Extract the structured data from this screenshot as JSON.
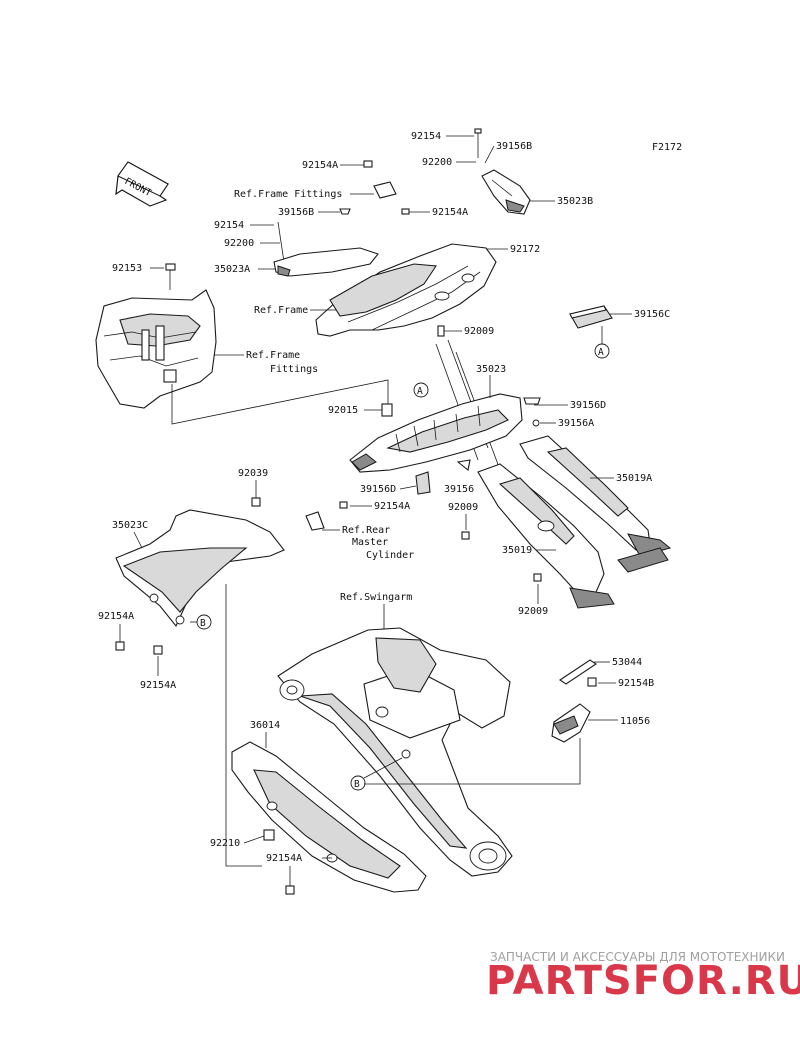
{
  "figure_code": "F2172",
  "front_label": "FRONT",
  "ref_markers": {
    "a": "A",
    "b": "B"
  },
  "labels": {
    "p92154_top": "92154",
    "p39156B_top": "39156B",
    "p92200_top": "92200",
    "p92154A_top": "92154A",
    "p35023B": "35023B",
    "ref_frame_fittings_top": "Ref.Frame Fittings",
    "p39156B_mid": "39156B",
    "p92154A_mid": "92154A",
    "p92154_left": "92154",
    "p92200_left": "92200",
    "p92172": "92172",
    "p35023A": "35023A",
    "p92153": "92153",
    "ref_frame": "Ref.Frame",
    "p39156C": "39156C",
    "p92009_top": "92009",
    "ref_frame_fittings_left_1": "Ref.Frame",
    "ref_frame_fittings_left_2": "Fittings",
    "p35023": "35023",
    "p39156D_right": "39156D",
    "p92015": "92015",
    "p39156A": "39156A",
    "p35019A": "35019A",
    "p92039": "92039",
    "p39156D_low": "39156D",
    "p39156": "39156",
    "p92154A_center": "92154A",
    "p92009_mid": "92009",
    "p35023C": "35023C",
    "ref_rear_master_1": "Ref.Rear",
    "ref_rear_master_2": "Master",
    "ref_rear_master_3": "Cylinder",
    "p35019": "35019",
    "p92009_low": "92009",
    "ref_swingarm": "Ref.Swingarm",
    "p92154A_left": "92154A",
    "p92154A_left2": "92154A",
    "p53044": "53044",
    "p92154B": "92154B",
    "p11056": "11056",
    "p36014": "36014",
    "p92210": "92210",
    "p92154A_bottom": "92154A"
  },
  "watermark": {
    "tagline": "ЗАПЧАСТИ И АКСЕССУАРЫ ДЛЯ МОТОТЕХНИКИ",
    "brand": "PARTSFOR.RU"
  }
}
